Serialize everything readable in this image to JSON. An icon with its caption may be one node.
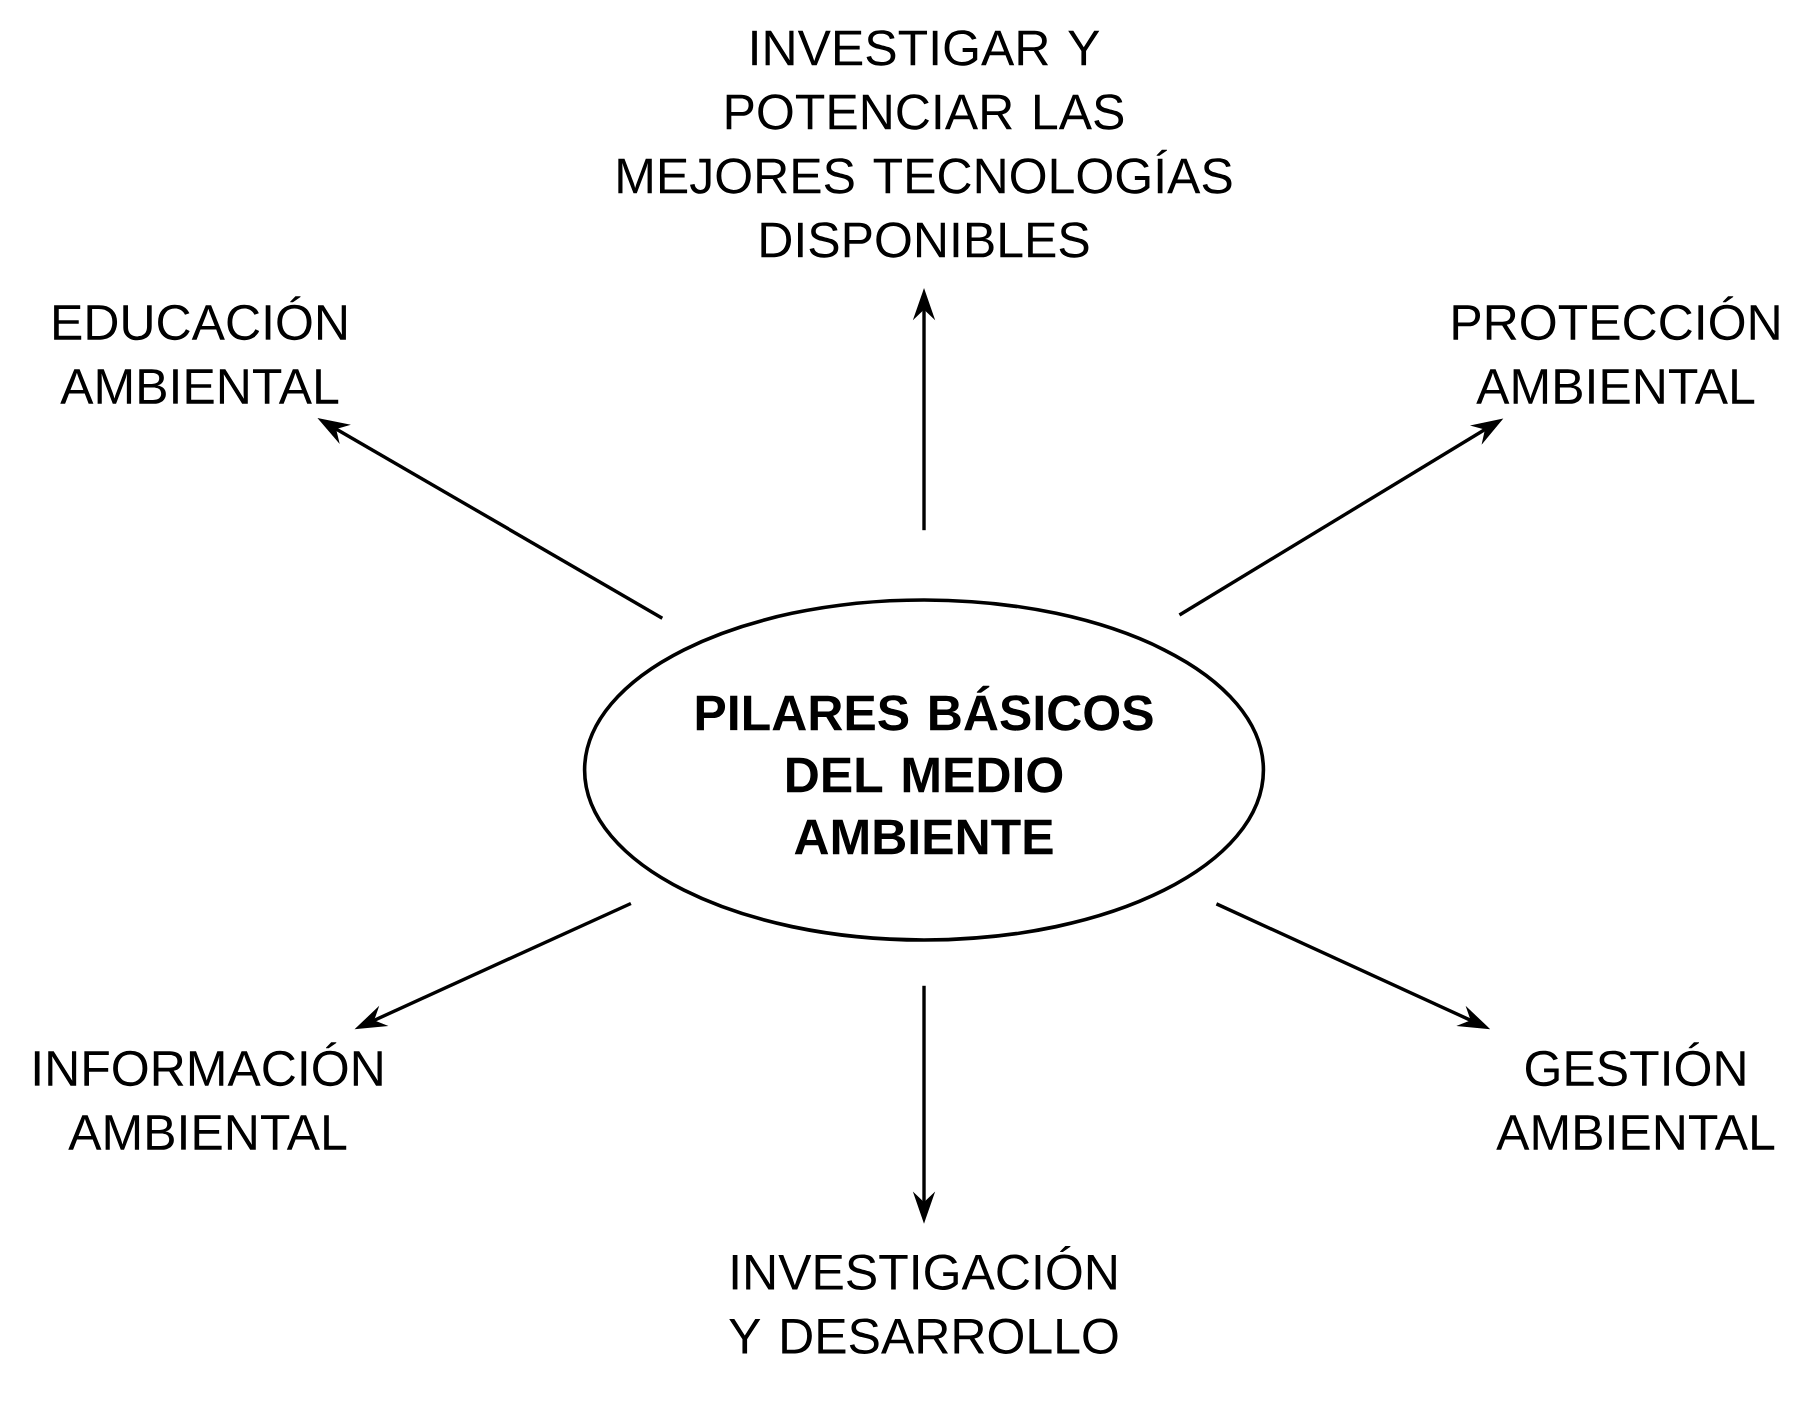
{
  "diagram": {
    "nodes": [
      {
        "text": [
          "PILARES BÁSICOS DEL MEDIO AMBIENTE"
        ]
      },
      {
        "text": [
          "INVESTIGAR Y POTENCIAR LAS MEJORES TECNOLOGÍAS DISPONIBLES"
        ]
      },
      {
        "text": [
          "EDUCACIÓN AMBIENTAL"
        ]
      },
      {
        "text": [
          "PROTECCIÓN AMBIENTAL"
        ]
      },
      {
        "text": [
          "INFORMACIÓN AMBIENTAL"
        ]
      },
      {
        "text": [
          "GESTIÓN AMBIENTAL"
        ]
      },
      {
        "text": [
          "INVESTIGACIÓN Y DESARROLLO"
        ]
      }
    ],
    "edges": [
      {
        "from": 0,
        "to": 1,
        "arrow": "to"
      },
      {
        "from": 0,
        "to": 2,
        "arrow": "to"
      },
      {
        "from": 0,
        "to": 3,
        "arrow": "to"
      },
      {
        "from": 0,
        "to": 4,
        "arrow": "to"
      },
      {
        "from": 0,
        "to": 5,
        "arrow": "to"
      },
      {
        "from": 0,
        "to": 6,
        "arrow": "to"
      }
    ]
  }
}
